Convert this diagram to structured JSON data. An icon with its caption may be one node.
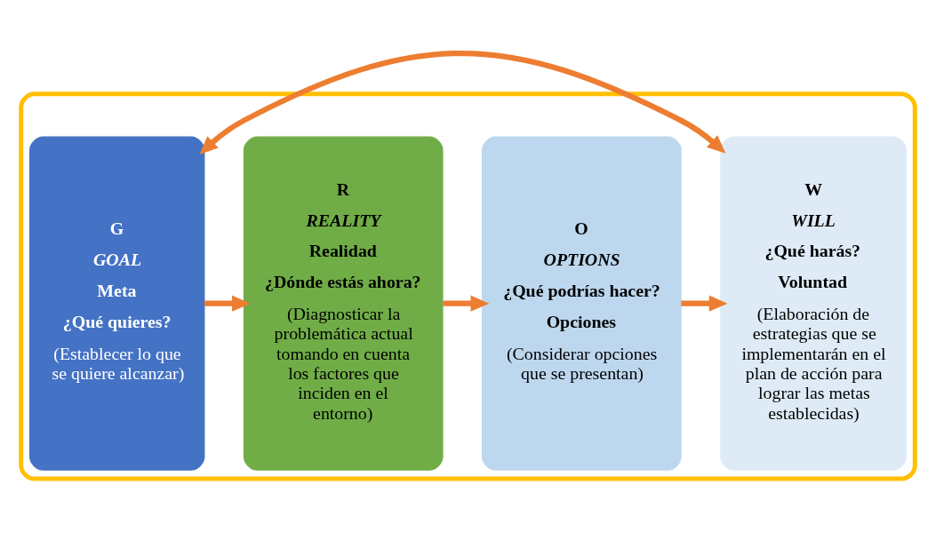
{
  "diagram": {
    "nodes": [
      {
        "text": [],
        "shape": "box"
      },
      {
        "text": [
          "G",
          "GOAL",
          "Meta",
          "¿Qué quieres?",
          "(Establecer lo que se quiere alcanzar)"
        ],
        "in": 0
      },
      {
        "text": [
          "R",
          "REALITY",
          "Realidad",
          "¿Dónde estás ahora?",
          "(Diagnosticar la problemática actual tomando en cuenta los factores que  inciden en el entorno)"
        ],
        "in": 0
      },
      {
        "text": [
          "O",
          "OPTIONS",
          "¿Qué podrías hacer?",
          "Opciones",
          "(Considerar opciones que se presentan)"
        ],
        "in": 0
      },
      {
        "text": [
          "W",
          "WILL",
          "¿Qué harás?",
          "Voluntad",
          "(Elaboración de estrategias que se implementarán en el plan de acción para lograr las metas establecidas)"
        ],
        "in": 0
      }
    ],
    "edges": [
      {
        "from": 1,
        "to": 2,
        "arrow": "to"
      },
      {
        "from": 2,
        "to": 3,
        "arrow": "to"
      },
      {
        "from": 3,
        "to": 4,
        "arrow": "to"
      },
      {
        "from": 1,
        "to": 4,
        "arrow": "both"
      }
    ]
  }
}
